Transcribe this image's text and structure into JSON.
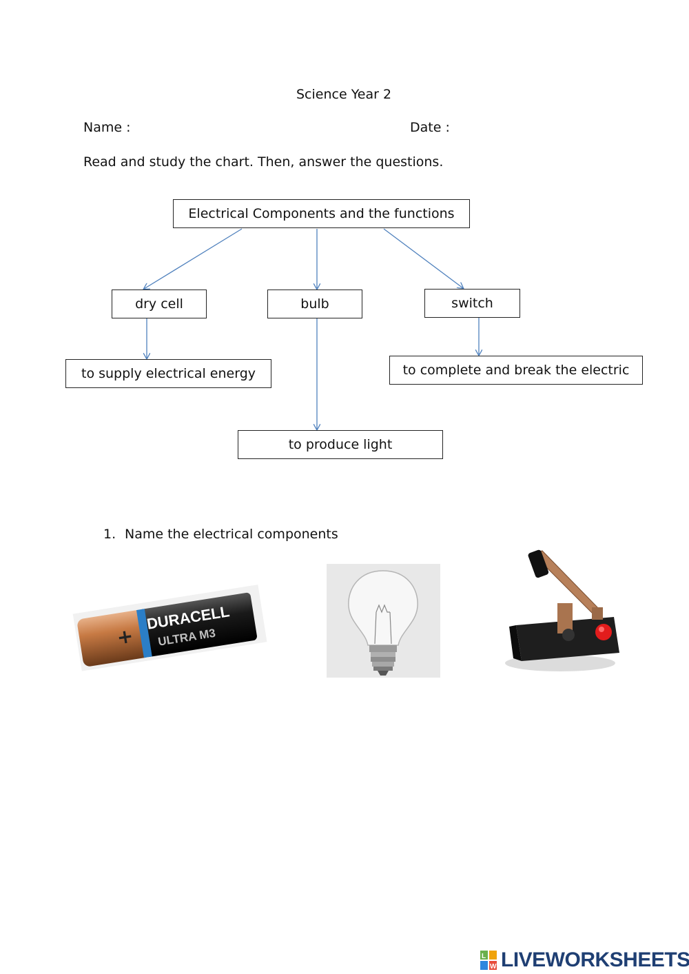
{
  "header": {
    "title": "Science Year 2",
    "name_label": "Name :",
    "date_label": "Date :",
    "instruction": "Read and study the chart. Then, answer the questions."
  },
  "chart": {
    "root": "Electrical Components and the functions",
    "components": [
      {
        "name": "dry cell",
        "function": "to supply electrical energy"
      },
      {
        "name": "bulb",
        "function": "to produce light"
      },
      {
        "name": "switch",
        "function": "to complete and break the electric"
      }
    ]
  },
  "question": {
    "number": "1.",
    "text": "Name the electrical components"
  },
  "pictures": {
    "battery_label_1": "DURACELL",
    "battery_label_2": "ULTRA M3",
    "battery_plus": "+"
  },
  "footer": {
    "logo_text": "LIVEWORKSHEETS",
    "logo_letters": [
      "L",
      "W"
    ]
  },
  "colors": {
    "arrow": "#4f81bd",
    "logo": "#1f3f73"
  }
}
